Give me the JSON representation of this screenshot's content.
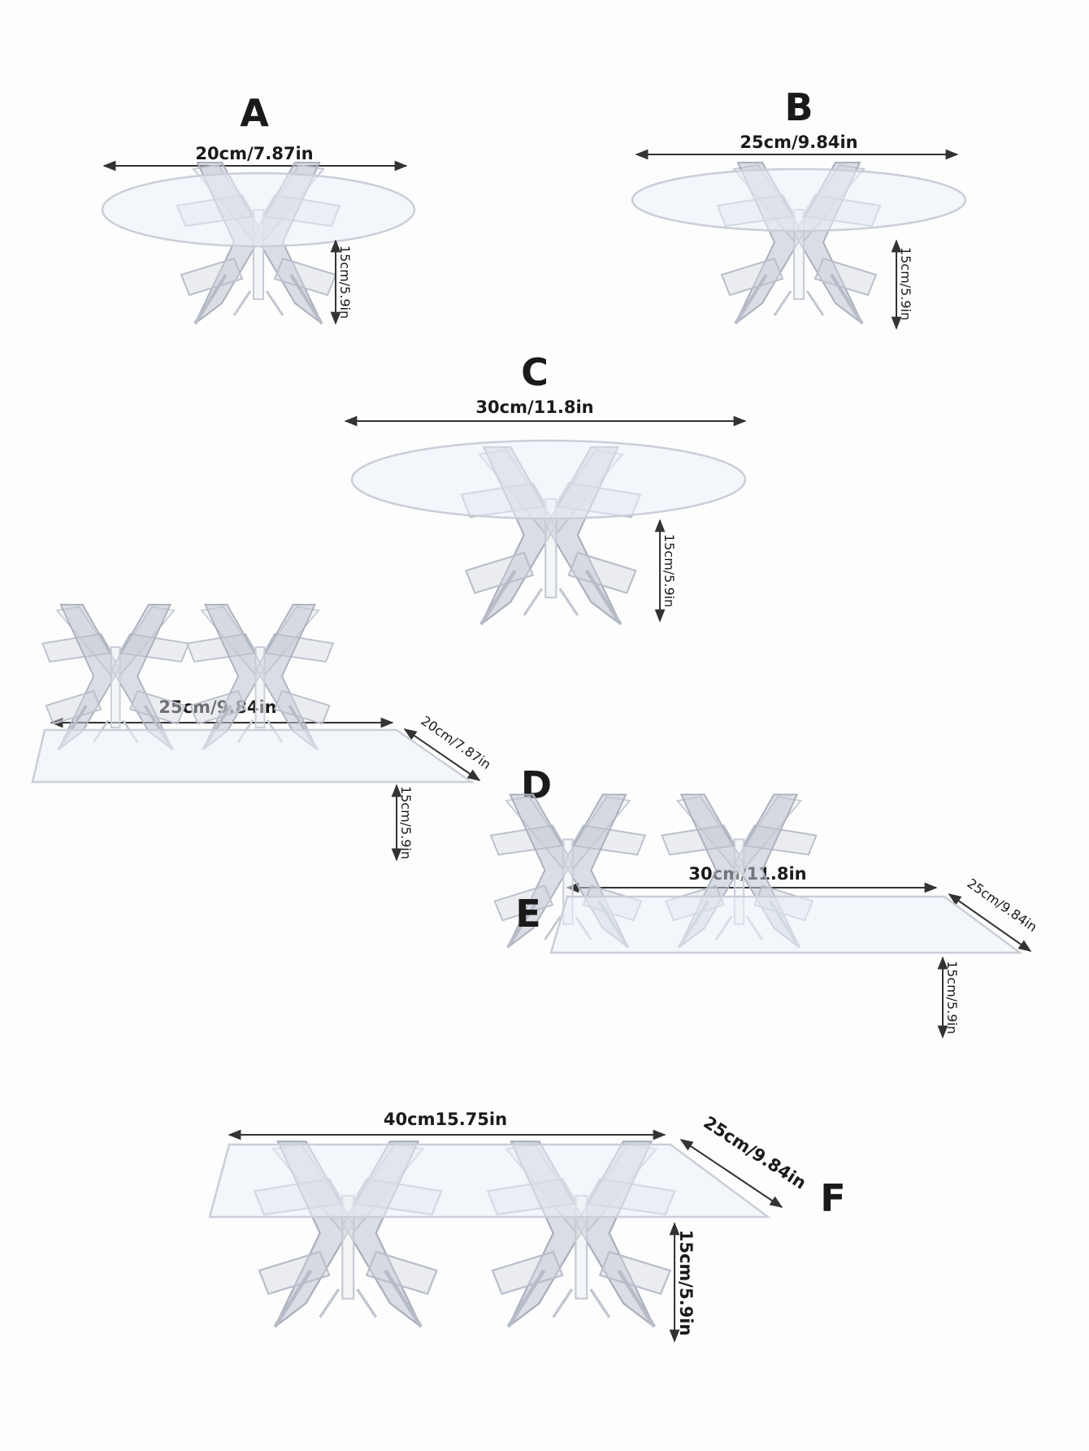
{
  "items": [
    {
      "letter": "A",
      "width": "20cm/7.87in",
      "height": "15cm/5.9in"
    },
    {
      "letter": "B",
      "width": "25cm/9.84in",
      "height": "15cm/5.9in"
    },
    {
      "letter": "C",
      "width": "30cm/11.8in",
      "height": "15cm/5.9in"
    },
    {
      "letter": "D",
      "width": "25cm/9.84in",
      "depth": "20cm/7.87in",
      "height": "15cm/5.9in"
    },
    {
      "letter": "E",
      "width": "30cm/11.8in",
      "depth": "25cm/9.84in",
      "height": "15cm/5.9in"
    },
    {
      "letter": "F",
      "width": "40cm15.75in",
      "depth": "25cm/9.84in",
      "height": "15cm/5.9in"
    }
  ]
}
